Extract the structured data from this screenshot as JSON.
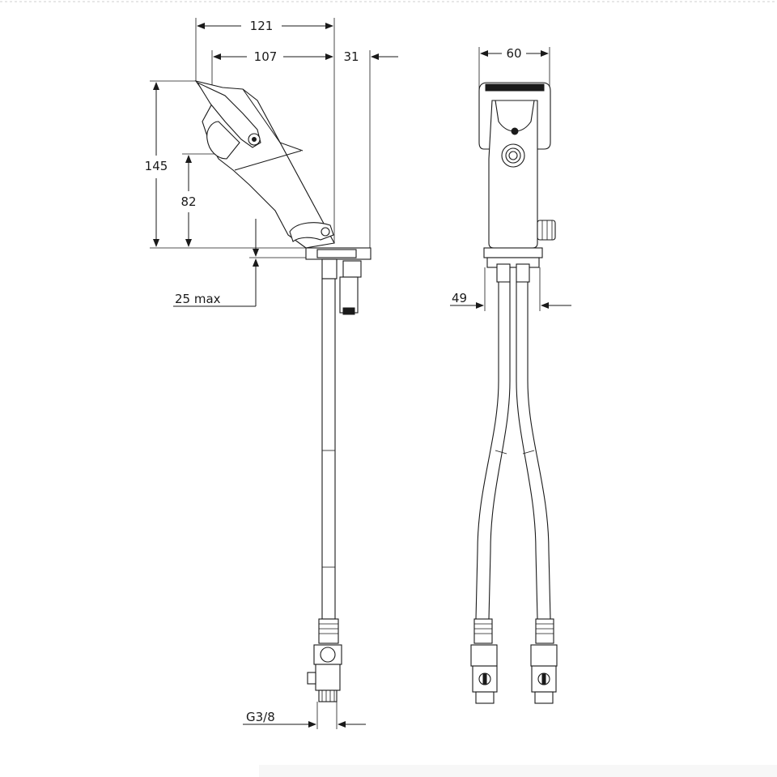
{
  "dimensions": {
    "width_121": "121",
    "width_107": "107",
    "offset_31": "31",
    "height_145": "145",
    "height_82": "82",
    "thickness_25max": "25 max",
    "front_width_60": "60",
    "front_width_49": "49",
    "thread_g38": "G3/8"
  },
  "colors": {
    "ink": "#1a1a1a",
    "background": "#ffffff",
    "frame": "#cfcfcf"
  }
}
